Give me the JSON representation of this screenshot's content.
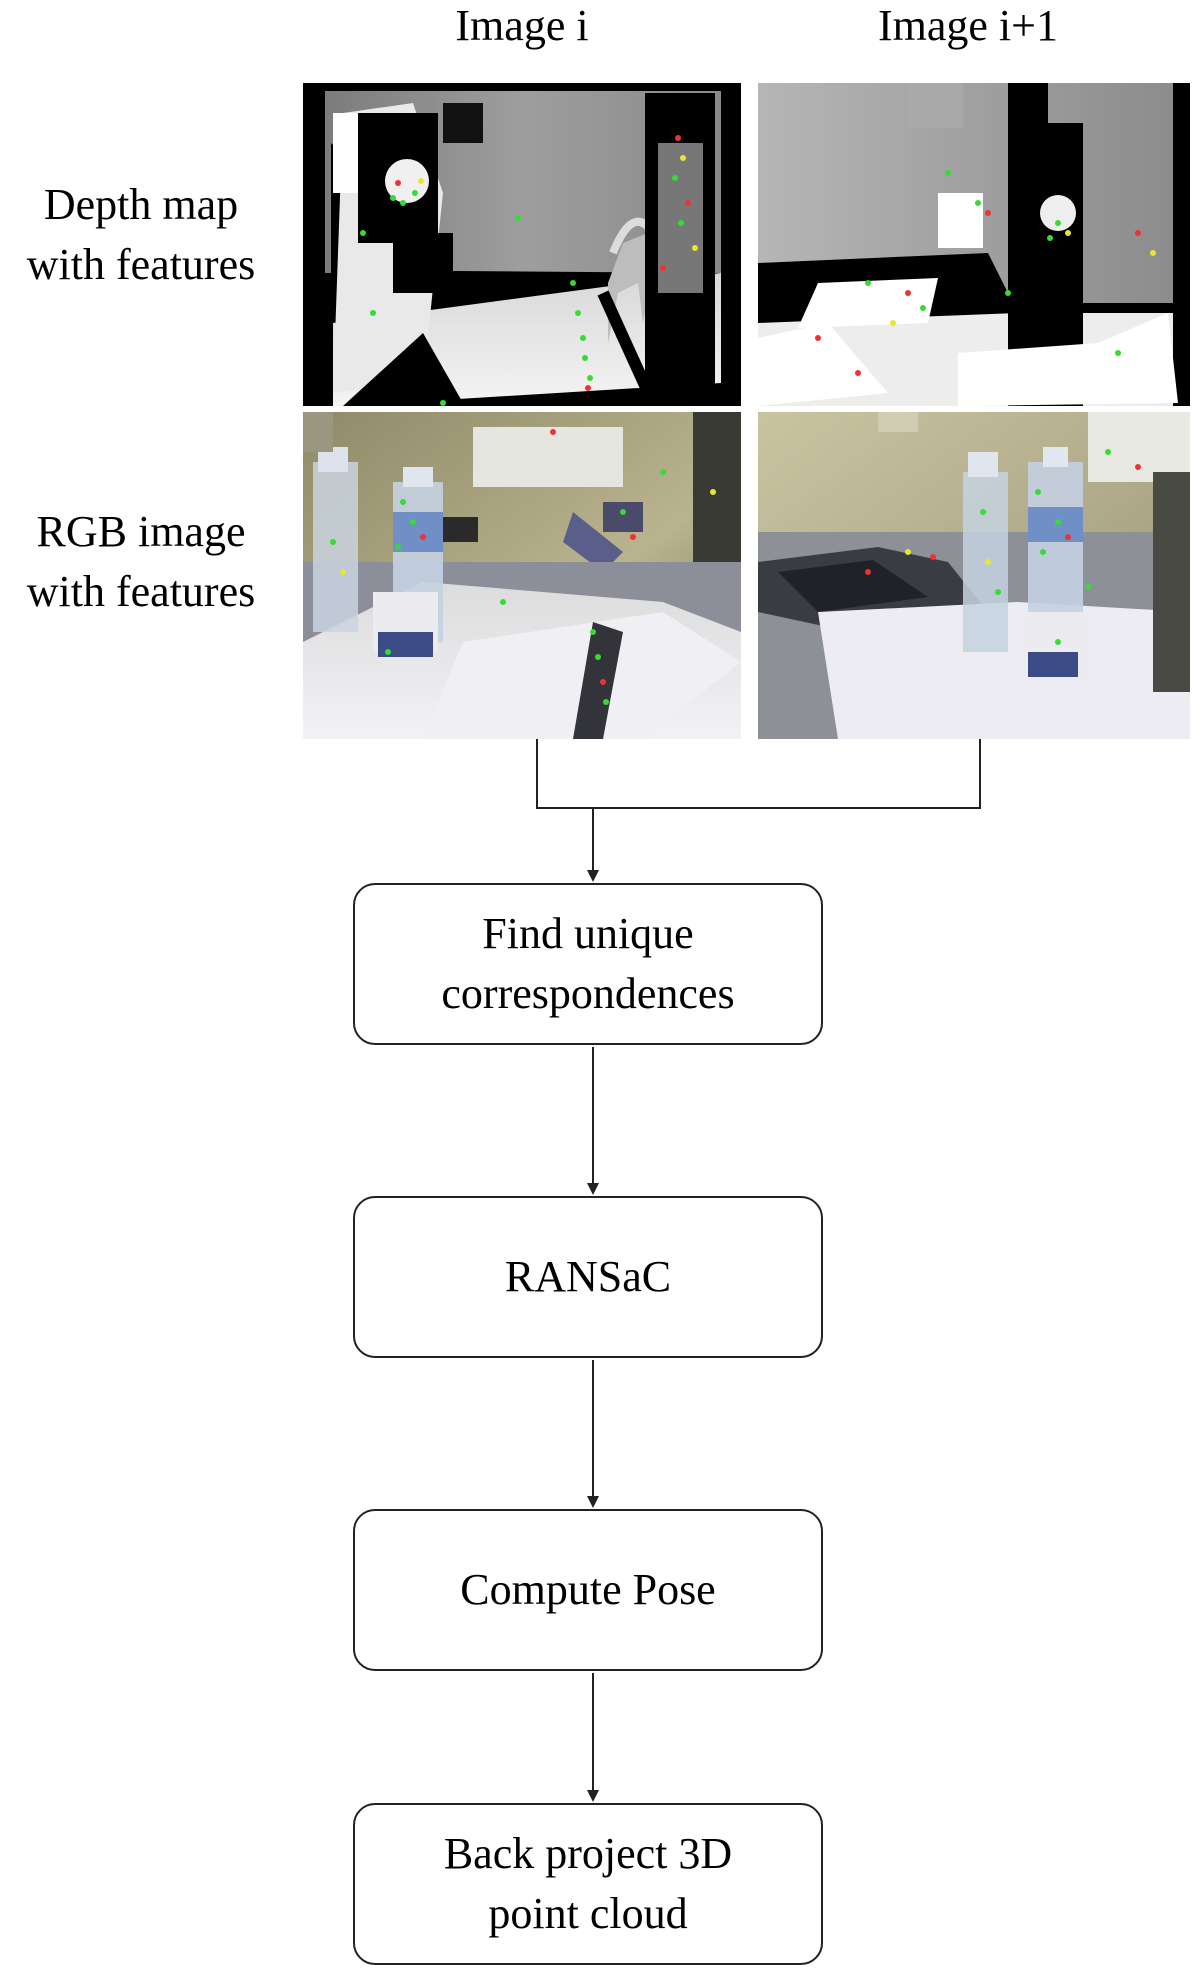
{
  "columns": {
    "left_title": "Image i",
    "right_title": "Image i+1"
  },
  "rows": {
    "depth": {
      "line1": "Depth map",
      "line2": "with features"
    },
    "rgb": {
      "line1": "RGB image",
      "line2": "with features"
    }
  },
  "steps": [
    {
      "line1": "Find unique",
      "line2": "correspondences"
    },
    {
      "line1": "RANSaC",
      "line2": ""
    },
    {
      "line1": "Compute Pose",
      "line2": ""
    },
    {
      "line1": "Back project 3D",
      "line2": "point cloud"
    }
  ],
  "colors": {
    "feature_green": "#33dd33",
    "feature_red": "#ee3333",
    "feature_yellow": "#e6e633",
    "depth_hole": "#000000",
    "wall_tint": "#b9b38e"
  }
}
